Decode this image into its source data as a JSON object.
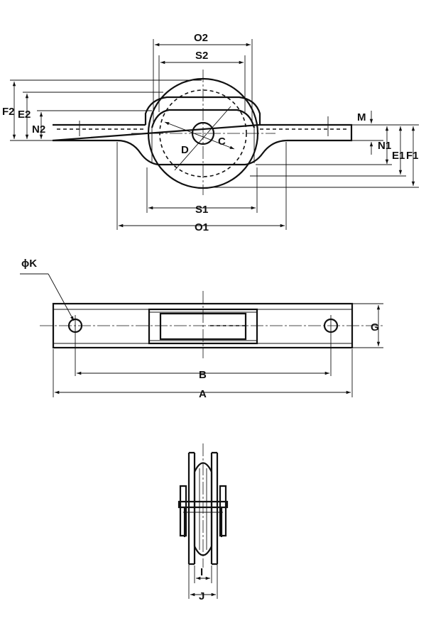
{
  "labels": {
    "O2": "O2",
    "S2": "S2",
    "F2": "F2",
    "E2": "E2",
    "N2": "N2",
    "M": "M",
    "N1": "N1",
    "E1": "E1",
    "F1": "F1",
    "C": "C",
    "D": "D",
    "S1": "S1",
    "O1": "O1",
    "K": "ϕK",
    "G": "G",
    "B": "B",
    "A": "A",
    "I": "I",
    "J": "J"
  }
}
